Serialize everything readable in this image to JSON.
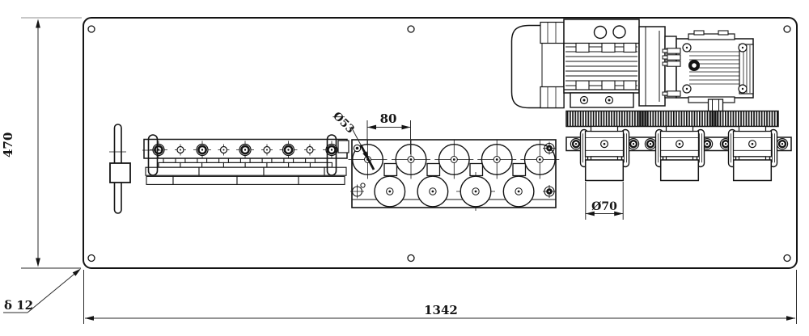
{
  "annotations": {
    "plate_height": "470",
    "plate_length": "1342",
    "plate_thickness": "δ 12",
    "top_roller_diameter": "Ø53",
    "roller_center_spacing": "80",
    "bottom_roller_width": "Ø70"
  },
  "colors": {
    "line": "#141414",
    "dimension_line": "#2a2a2a",
    "faint_extension": "#8f8f8f",
    "background": "#ffffff"
  }
}
